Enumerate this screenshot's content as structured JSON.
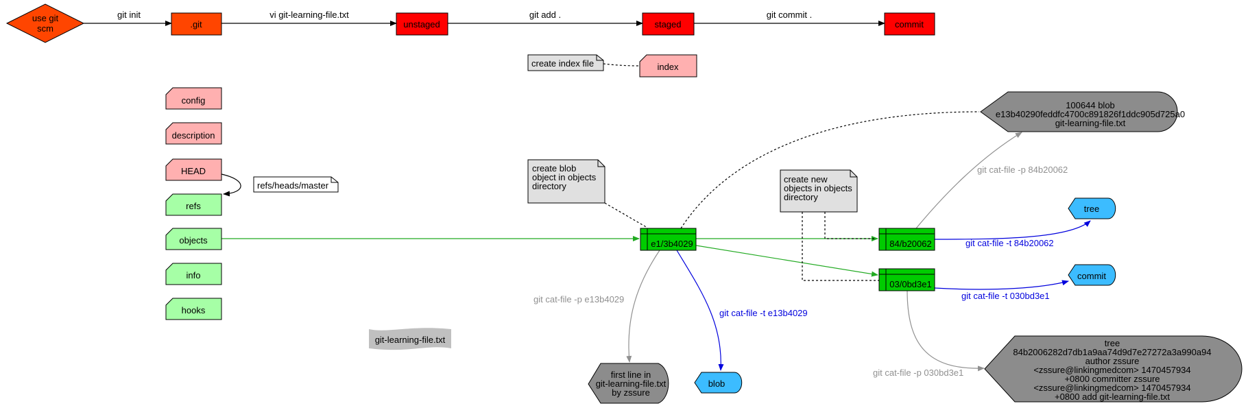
{
  "colors": {
    "orange": "#ff4500",
    "red": "#ff0000",
    "pink": "#ffb0b0",
    "lightgreen": "#a6ffa6",
    "green": "#00cc00",
    "note": "#e0e0e0",
    "gray": "#8c8c8c",
    "lightgray": "#c0c0c0",
    "blue": "#3cbcff",
    "edge_green": "#22aa22",
    "edge_blue": "#0000dd",
    "edge_gray": "#909090"
  },
  "nodes": {
    "start": [
      "use git",
      "scm"
    ],
    "dotgit": ".git",
    "unstaged": "unstaged",
    "staged": "staged",
    "commit_top": "commit",
    "index_note": "create index file",
    "index": "index",
    "config": "config",
    "description": "description",
    "head": "HEAD",
    "refs_note": "refs/heads/master",
    "refs": "refs",
    "objects": "objects",
    "info": "info",
    "hooks": "hooks",
    "file": "git-learning-file.txt",
    "blob_note": [
      "create blob",
      "object in objects",
      "directory"
    ],
    "obj_e1": "e1/3b4029",
    "new_note": [
      "create new",
      "objects in objects",
      "directory"
    ],
    "obj_84": "84/b20062",
    "obj_03": "03/0bd3e1",
    "tree_content": [
      "100644 blob",
      "e13b40290feddfc4700c891826f1ddc905d725a0",
      "git-learning-file.txt"
    ],
    "tree_type": "tree",
    "commit_type": "commit",
    "blob_content": [
      "first line in",
      "git-learning-file.txt",
      "by zssure"
    ],
    "blob_type": "blob",
    "commit_content": [
      "tree",
      "84b2006282d7db1a9aa74d9d7e27272a3a990a94",
      "author zssure",
      "<zssure@linkingmedcom> 1470457934",
      "+0800 committer zssure",
      "<zssure@linkingmedcom> 1470457934",
      "+0800 add git-learning-file.txt"
    ]
  },
  "edges": {
    "git_init": "git init",
    "vi_file": "vi git-learning-file.txt",
    "git_add": "git add .",
    "git_commit": "git commit .",
    "cat_p_84": "git cat-file -p 84b20062",
    "cat_t_84": "git cat-file -t 84b20062",
    "cat_t_03": "git cat-file -t 030bd3e1",
    "cat_p_e1": "git cat-file -p e13b4029",
    "cat_t_e1": "git cat-file -t e13b4029",
    "cat_p_03": "git cat-file -p 030bd3e1"
  }
}
